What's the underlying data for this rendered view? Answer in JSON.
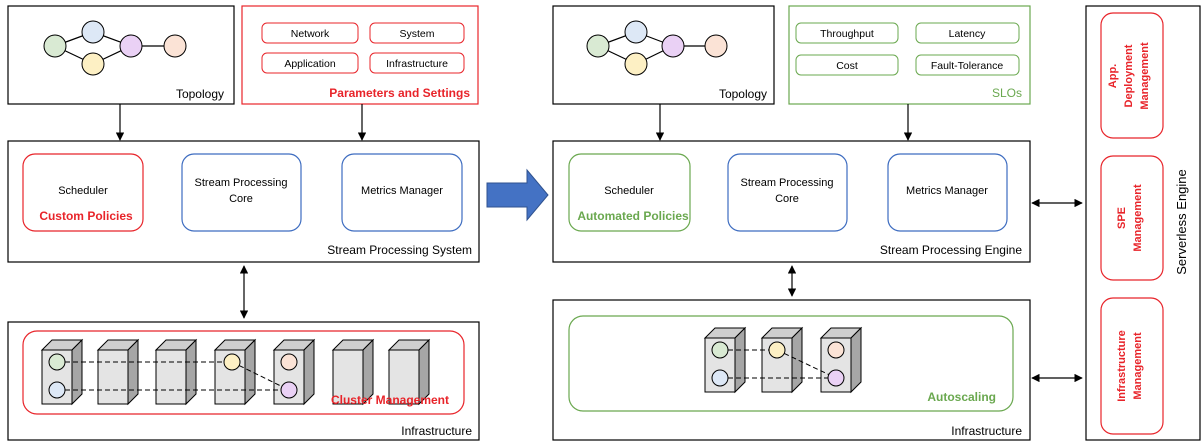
{
  "colors": {
    "black": "#000000",
    "red": "#e8242a",
    "green": "#6aa84f",
    "blue": "#3d6cc0",
    "arrow_fill": "#4472c4",
    "node_green": "#d9ead3",
    "node_blue": "#dde8f6",
    "node_purple": "#ead1f5",
    "node_yellow": "#fdf0c4",
    "node_orange": "#fbe3d6",
    "server_front": "#e4e4e4",
    "server_side": "#a6a6a6",
    "server_top": "#cfcfcf"
  },
  "left": {
    "topology_label": "Topology",
    "params": {
      "title": "Parameters and Settings",
      "items": [
        "Network",
        "System",
        "Application",
        "Infrastructure"
      ]
    },
    "system": {
      "label": "Stream Processing System",
      "scheduler": "Scheduler",
      "policies": "Custom Policies",
      "core": [
        "Stream Processing",
        "Core"
      ],
      "metrics": "Metrics Manager"
    },
    "infra": {
      "label": "Infrastructure",
      "cluster": "Cluster Management"
    }
  },
  "right": {
    "topology_label": "Topology",
    "slos": {
      "title": "SLOs",
      "items": [
        "Throughput",
        "Latency",
        "Cost",
        "Fault-Tolerance"
      ]
    },
    "engine": {
      "label": "Stream Processing Engine",
      "scheduler": "Scheduler",
      "policies": "Automated Policies",
      "core": [
        "Stream Processing",
        "Core"
      ],
      "metrics": "Metrics Manager"
    },
    "infra": {
      "label": "Infrastructure",
      "autoscaling": "Autoscaling"
    }
  },
  "serverless": {
    "title": "Serverless Engine",
    "items": [
      [
        "App.",
        "Deployment",
        "Management"
      ],
      [
        "SPE",
        "Management"
      ],
      [
        "Infrastructure",
        "Management"
      ]
    ]
  }
}
